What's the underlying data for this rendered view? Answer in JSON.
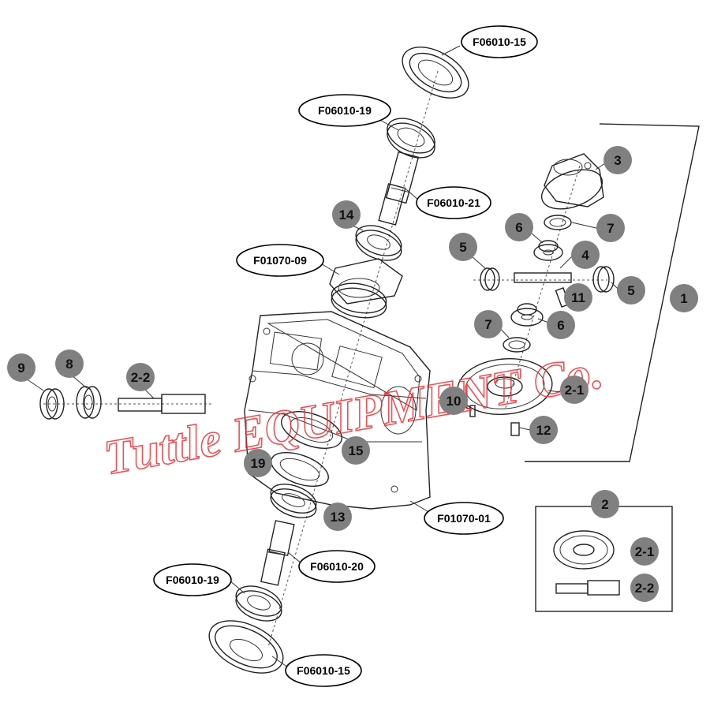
{
  "watermark": {
    "text": "Tuttle EQUIPMENT Co.",
    "color": "#e8343a"
  },
  "oval_labels": [
    "F06010-15",
    "F06010-19",
    "F06010-21",
    "F01070-09",
    "F01070-01",
    "F06010-20",
    "F06010-19",
    "F06010-15"
  ],
  "circle_labels": [
    "3",
    "7",
    "6",
    "4",
    "5",
    "5",
    "11",
    "1",
    "7",
    "6",
    "2-1",
    "10",
    "12",
    "14",
    "9",
    "8",
    "2-2",
    "15",
    "19",
    "13",
    "2",
    "2-1",
    "2-2"
  ],
  "colors": {
    "circle_fill": "#808080",
    "line": "#222222",
    "background": "#ffffff"
  }
}
